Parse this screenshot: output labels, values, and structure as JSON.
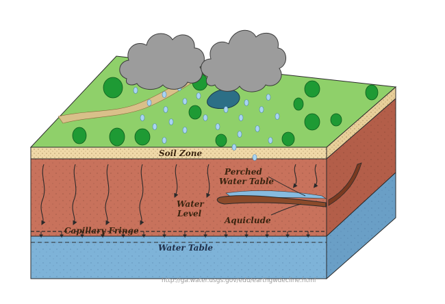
{
  "labels": {
    "soil_zone": "Soil Zone",
    "perched_line1": "Perched",
    "perched_line2": "Water Table",
    "water_line1": "Water",
    "water_line2": "Level",
    "aquiclude": "Aquiclude",
    "capillary_fringe": "Capillary Fringe",
    "water_table": "Water Table"
  },
  "source_caption": "http://ga.water.usgs.gov/edu/earthgwdecline.html",
  "colors": {
    "grass": "#8fd06a",
    "soil_band": "#f0d9a8",
    "unsaturated": "#c8725c",
    "unsaturated_side": "#b35e49",
    "saturated": "#7eb3d8",
    "saturated_side": "#6a9fc6",
    "cloud": "#9c9c9c",
    "tree": "#1e9a34",
    "rain": "#8cc4ee",
    "aquiclude": "#8b4a2a",
    "outline": "#2a2a2a"
  },
  "icons": {
    "cloud_left": "cloud-icon",
    "cloud_right": "cloud-icon",
    "pond": "pond-icon"
  }
}
